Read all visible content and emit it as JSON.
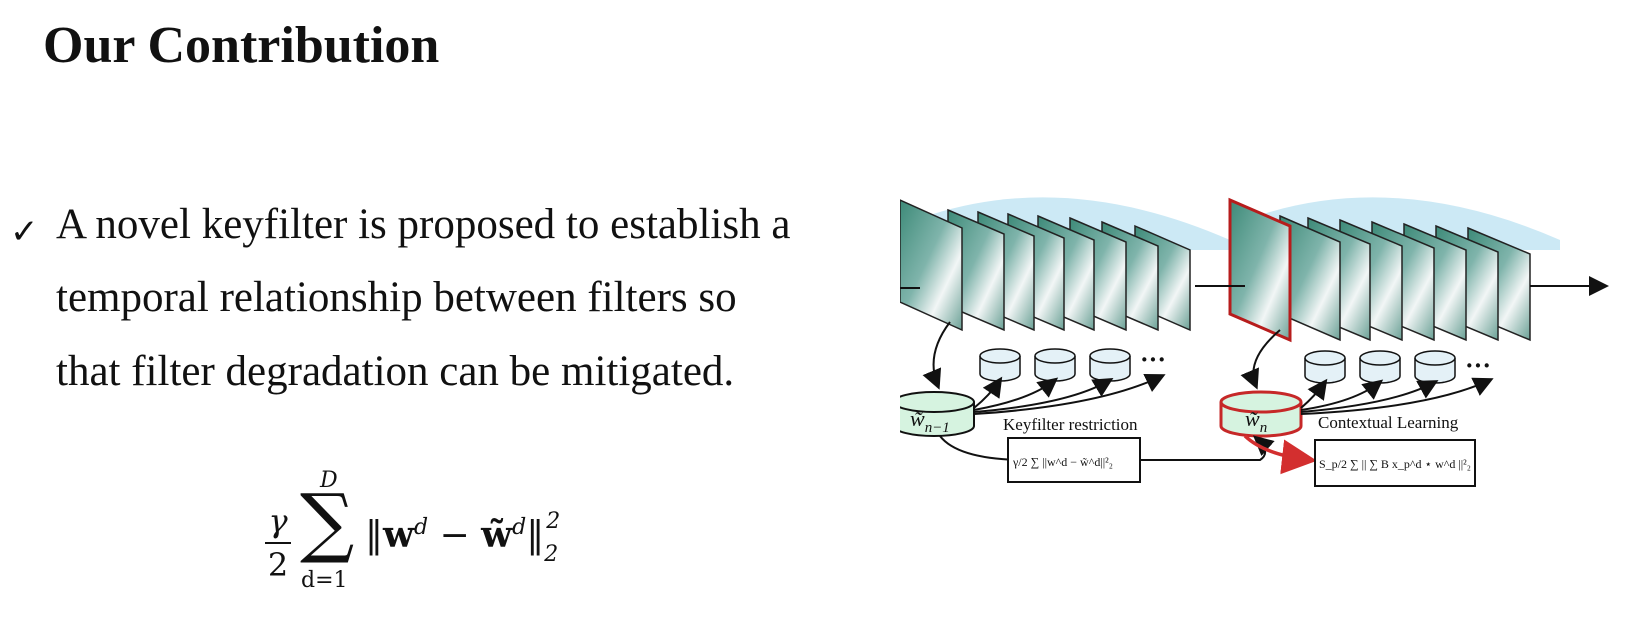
{
  "slide": {
    "title": "Our Contribution",
    "check_glyph": "✓",
    "bullet_lines": [
      "A novel keyfilter is proposed to establish a",
      "temporal relationship between filters so",
      "that filter degradation can be mitigated."
    ],
    "formula": {
      "frac_num": "γ",
      "frac_den": "2",
      "upper": "D",
      "lower": "d=1",
      "sum_symbol": "∑"
    }
  },
  "diagram": {
    "label_left": "Keyfilter restriction",
    "label_right": "Contextual Learning",
    "node_left": "w̃",
    "node_left_sub": "n−1",
    "node_right": "w̃",
    "node_right_sub": "n",
    "ellipsis": "···",
    "box_left_formula": "γ/2 ∑ ||w^d − w̃^d||²₂",
    "box_right_formula": "S_p/2 ∑ || ∑ B x_p^d ⋆ w^d ||²₂",
    "colors": {
      "keyfilter_fill": "#d6f3e0",
      "keyfilter_border_right": "#c62828",
      "cylinder_fill": "#e4f1f7",
      "arc_fill": "#bfe3f2",
      "arrow_red": "#d32f2f",
      "frame_border_red": "#b71c1c"
    }
  }
}
